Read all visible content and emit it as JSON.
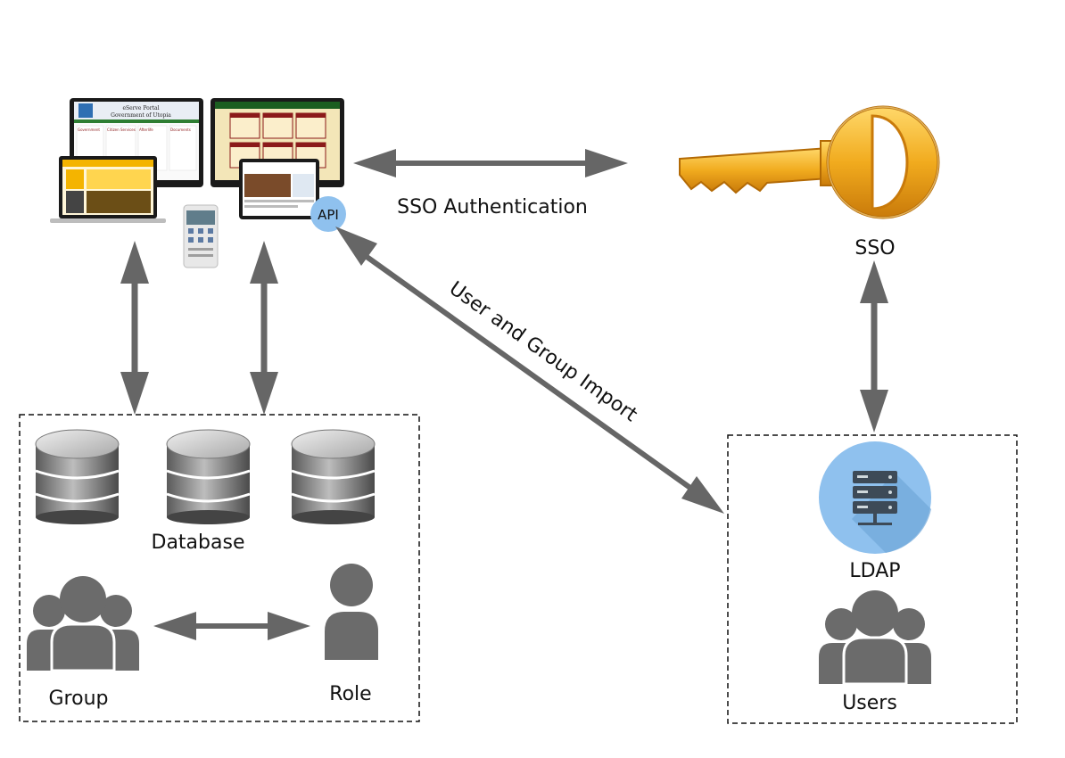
{
  "labels": {
    "sso_authentication": "SSO Authentication",
    "sso": "SSO",
    "user_group_import": "User and Group Import",
    "database": "Database",
    "group": "Group",
    "role": "Role",
    "ldap": "LDAP",
    "users": "Users",
    "api": "API"
  },
  "screens": {
    "portal_title_line1": "eServe Portal",
    "portal_title_line2": "Government of Utopia",
    "portal_col1": "Government",
    "portal_col2": "Citizen Services",
    "portal_col3": "Afterlife",
    "portal_col4": "Documents"
  },
  "colors": {
    "arrow": "#666666",
    "icon_gray": "#6b6b6b",
    "api_badge": "#8fc1ee",
    "ldap_circle": "#8fc1ee",
    "key_gold": "#f1ab1e",
    "dashed_border": "#111111"
  }
}
